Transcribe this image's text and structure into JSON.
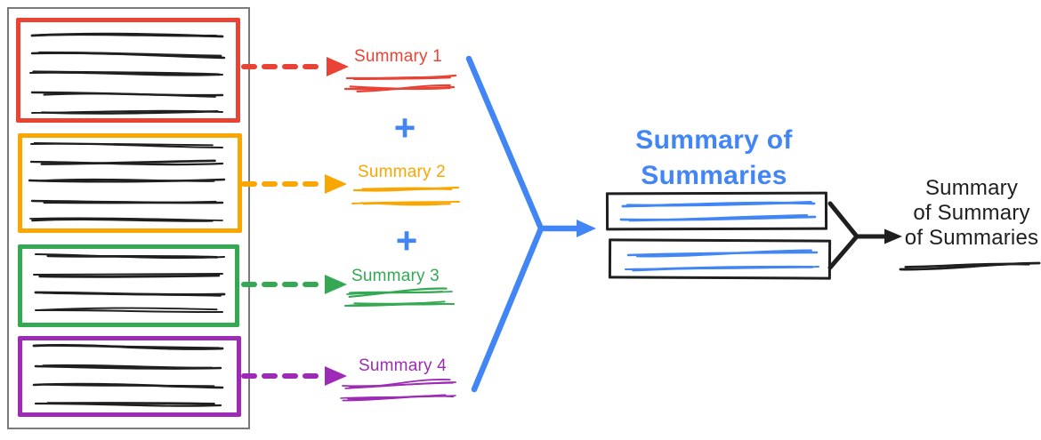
{
  "colors": {
    "red": "#E94335",
    "orange": "#F9A602",
    "green": "#34A853",
    "purple": "#9D2BB5",
    "blue": "#4285F4",
    "ink": "#1f1f1f",
    "frame_gray": "#7a7a7a"
  },
  "summaries": [
    {
      "label": "Summary 1",
      "color_key": "red"
    },
    {
      "label": "Summary 2",
      "color_key": "orange"
    },
    {
      "label": "Summary 3",
      "color_key": "green"
    },
    {
      "label": "Summary 4",
      "color_key": "purple"
    }
  ],
  "plus": "+",
  "title": {
    "lines": [
      "Summary of",
      "Summaries"
    ]
  },
  "final_label": {
    "lines": [
      "Summary",
      "of Summary",
      "of Summaries"
    ]
  }
}
